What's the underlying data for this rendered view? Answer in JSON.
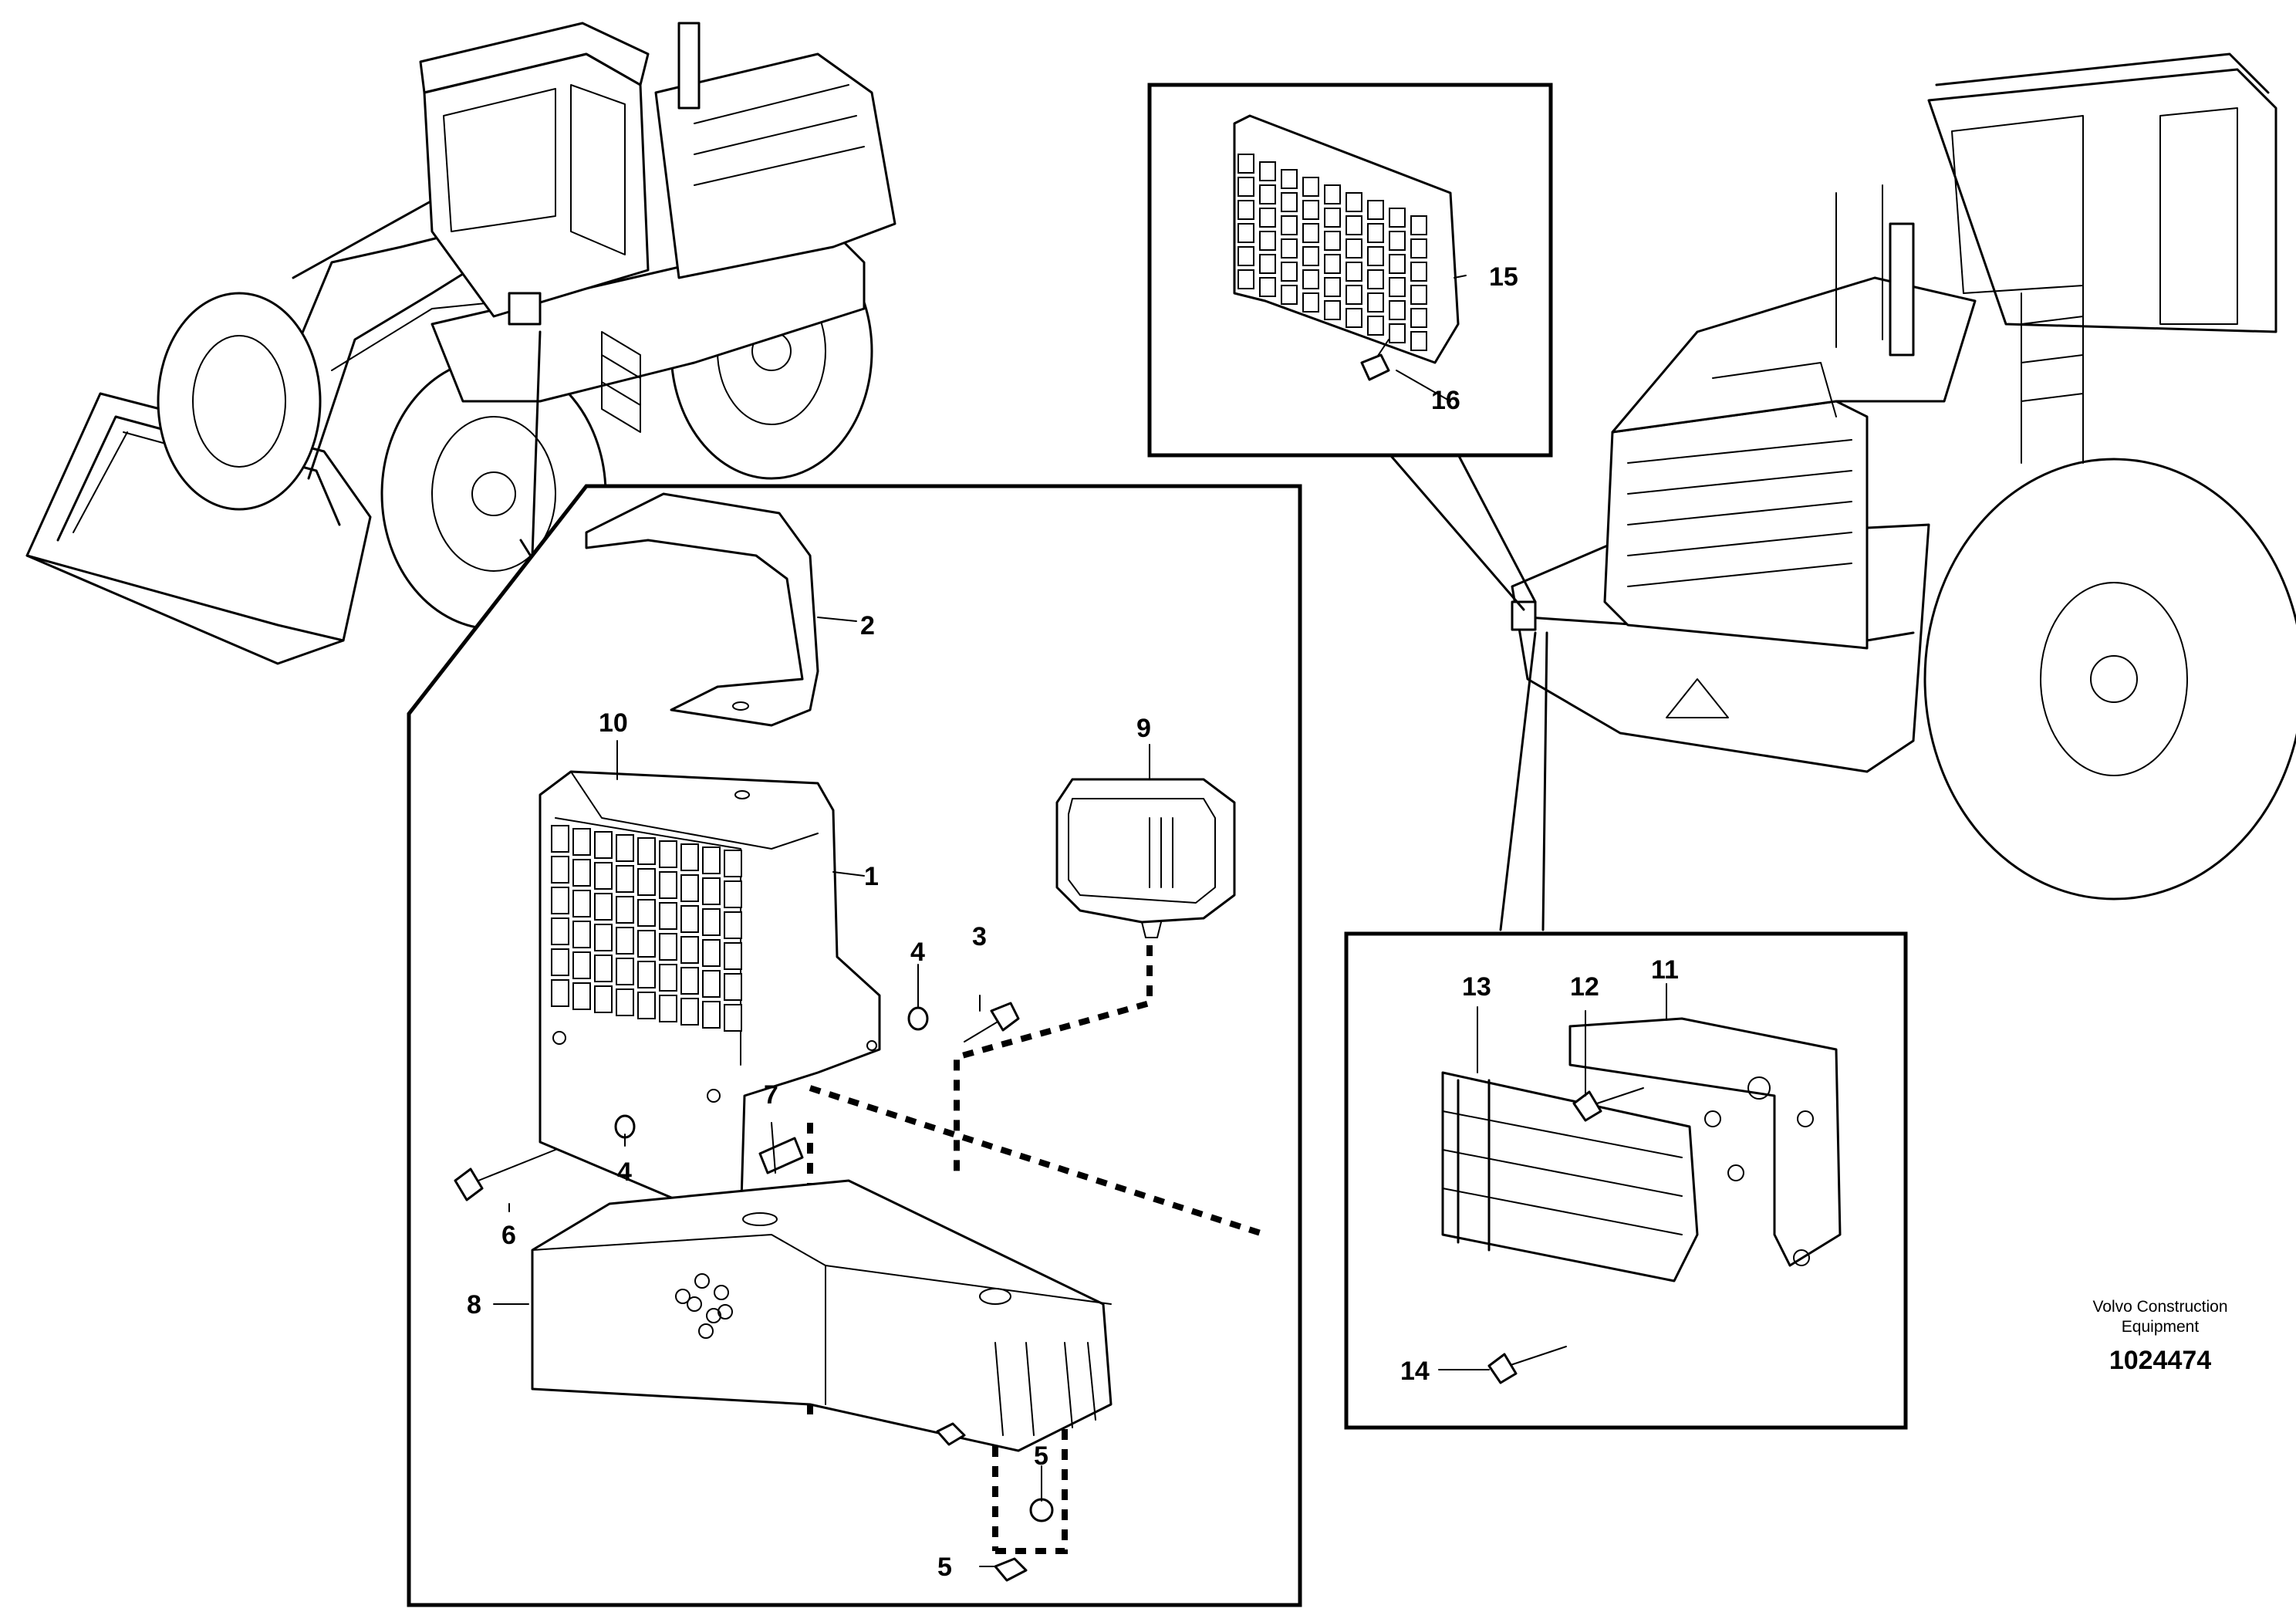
{
  "callouts": {
    "c1": "1",
    "c2": "2",
    "c3": "3",
    "c4a": "4",
    "c4b": "4",
    "c5a": "5",
    "c5b": "5",
    "c6": "6",
    "c7": "7",
    "c8": "8",
    "c9": "9",
    "c10": "10",
    "c11": "11",
    "c12": "12",
    "c13": "13",
    "c14": "14",
    "c15": "15",
    "c16": "16"
  },
  "brand": {
    "line1": "Volvo Construction",
    "line2": "Equipment"
  },
  "doc_number": "1024474"
}
